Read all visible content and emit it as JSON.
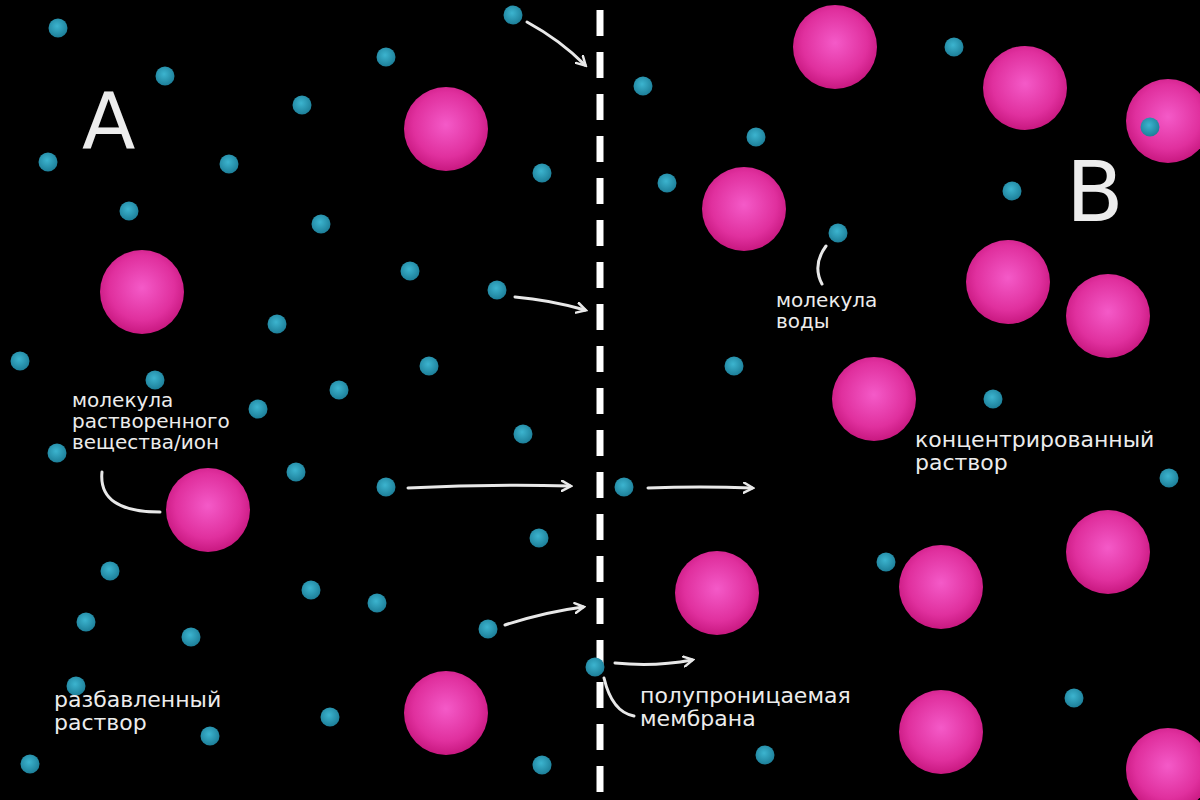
{
  "diagram": {
    "labels": [
      "A",
      "B",
      "молекула растворенного вещества/ион",
      "молекула воды",
      "концентрированный раствор",
      "разбавленный раствор",
      "полупроницаемая мембрана"
    ]
  }
}
